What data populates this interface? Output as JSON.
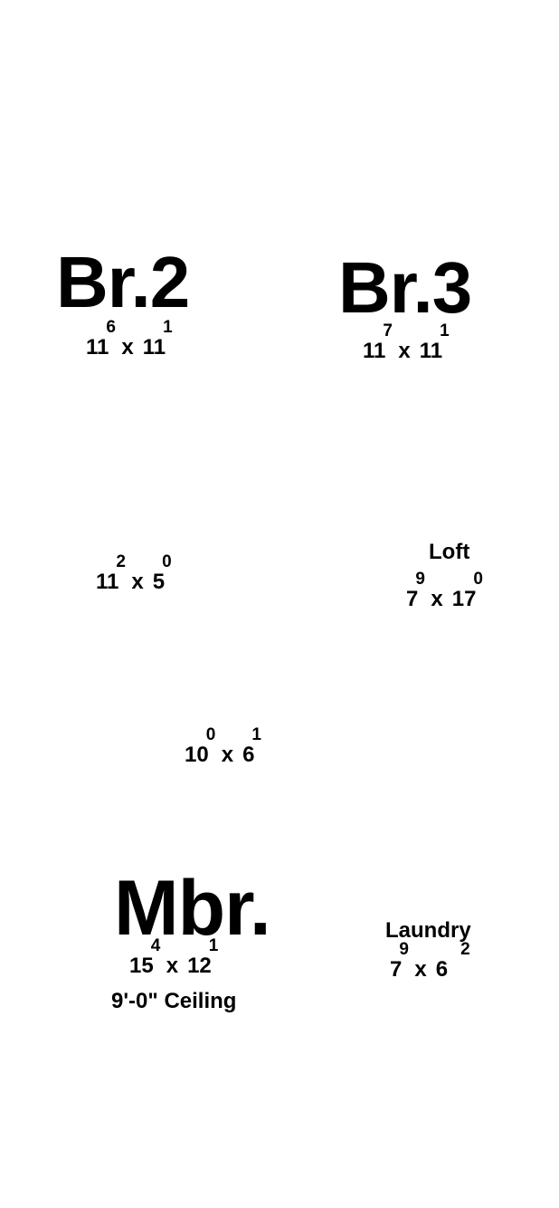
{
  "rooms": {
    "br2": {
      "name": "Br.2",
      "width_main": "11",
      "width_sup": "6",
      "length_main": "11",
      "length_sup": "1",
      "separator": "x"
    },
    "br3": {
      "name": "Br.3",
      "width_main": "11",
      "width_sup": "7",
      "length_main": "11",
      "length_sup": "1",
      "separator": "x"
    },
    "unnamed1": {
      "width_main": "11",
      "width_sup": "2",
      "length_main": "5",
      "length_sup": "0",
      "separator": "x"
    },
    "loft": {
      "name": "Loft",
      "width_main": "7",
      "width_sup": "9",
      "length_main": "17",
      "length_sup": "0",
      "separator": "x"
    },
    "unnamed2": {
      "width_main": "10",
      "width_sup": "0",
      "length_main": "6",
      "length_sup": "1",
      "separator": "x"
    },
    "mbr": {
      "name": "Mbr.",
      "width_main": "15",
      "width_sup": "4",
      "length_main": "12",
      "length_sup": "1",
      "separator": "x",
      "ceiling": "9'-0\" Ceiling"
    },
    "laundry": {
      "name": "Laundry",
      "width_main": "7",
      "width_sup": "9",
      "length_main": "6",
      "length_sup": "2",
      "separator": "x"
    }
  }
}
